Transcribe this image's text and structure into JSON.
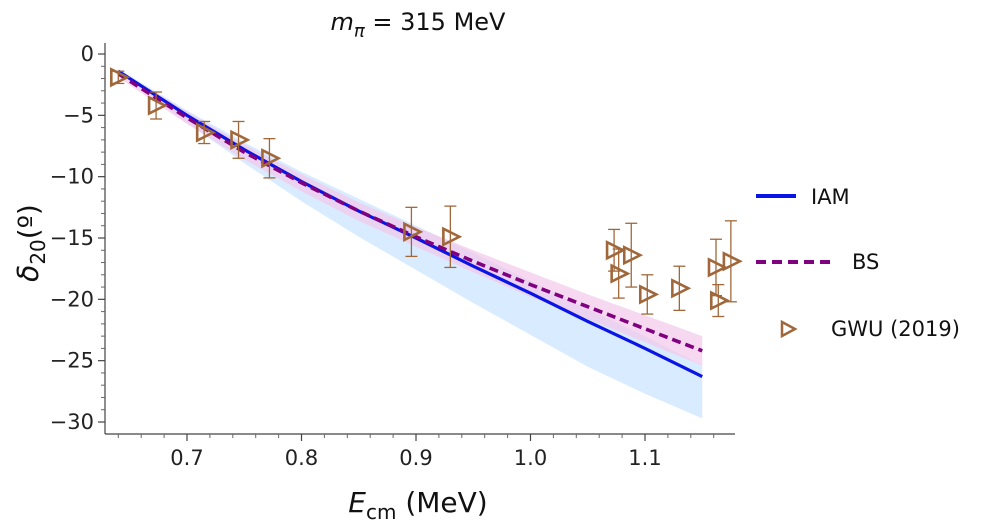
{
  "chart_data": {
    "type": "line",
    "title": {
      "symbol": "m",
      "sub": "π",
      "rest": " = 315 MeV"
    },
    "xlabel": {
      "symbol": "E",
      "sub": "cm",
      "rest": " (MeV)"
    },
    "ylabel": {
      "symbol": "δ",
      "sub": "20",
      "rest": "(º)"
    },
    "xlim": [
      0.62,
      1.18
    ],
    "ylim": [
      -31,
      1
    ],
    "x_ticks": [
      0.7,
      0.8,
      0.9,
      1.0,
      1.1
    ],
    "x_tick_labels": [
      "0.7",
      "0.8",
      "0.9",
      "1.0",
      "1.1"
    ],
    "y_ticks": [
      0,
      -5,
      -10,
      -15,
      -20,
      -25,
      -30
    ],
    "y_tick_labels": [
      "0",
      "−5",
      "−10",
      "−15",
      "−20",
      "−25",
      "−30"
    ],
    "grid": false,
    "legend_position": "right",
    "series": [
      {
        "name": "IAM",
        "style": "solid",
        "color": "#0a14e6",
        "band_color": "#cce6ff",
        "x": [
          0.64,
          0.7,
          0.75,
          0.8,
          0.85,
          0.9,
          0.95,
          1.0,
          1.05,
          1.1,
          1.15
        ],
        "y": [
          -1.4,
          -5.0,
          -7.8,
          -10.4,
          -12.8,
          -15.0,
          -17.3,
          -19.5,
          -21.8,
          -24.0,
          -26.3
        ],
        "band_low": [
          -1.5,
          -5.6,
          -8.9,
          -12.0,
          -14.9,
          -17.6,
          -20.3,
          -22.9,
          -25.5,
          -27.7,
          -29.7
        ],
        "band_high": [
          -1.2,
          -4.6,
          -7.2,
          -9.6,
          -11.8,
          -14.0,
          -16.2,
          -18.5,
          -20.8,
          -23.0,
          -25.4
        ]
      },
      {
        "name": "BS",
        "style": "dashed",
        "color": "#800080",
        "band_color": "#f2c8ea",
        "x": [
          0.64,
          0.7,
          0.75,
          0.8,
          0.85,
          0.9,
          0.95,
          1.0,
          1.05,
          1.1,
          1.15
        ],
        "y": [
          -1.6,
          -5.2,
          -8.0,
          -10.5,
          -12.8,
          -14.9,
          -16.9,
          -18.8,
          -20.6,
          -22.4,
          -24.2
        ],
        "band_low": [
          -1.9,
          -5.7,
          -8.6,
          -11.2,
          -13.6,
          -15.7,
          -17.8,
          -19.8,
          -21.6,
          -23.5,
          -25.4
        ],
        "band_high": [
          -1.3,
          -4.7,
          -7.4,
          -9.8,
          -12.1,
          -14.1,
          -16.0,
          -17.8,
          -19.6,
          -21.3,
          -23.0
        ]
      },
      {
        "name": "GWU (2019)",
        "style": "markers",
        "color": "#a0683a",
        "points": [
          {
            "x": 0.64,
            "y": -1.9,
            "err": 0.5
          },
          {
            "x": 0.673,
            "y": -4.2,
            "err": 1.1
          },
          {
            "x": 0.715,
            "y": -6.4,
            "err": 0.9
          },
          {
            "x": 0.745,
            "y": -7.0,
            "err": 1.5
          },
          {
            "x": 0.772,
            "y": -8.5,
            "err": 1.6
          },
          {
            "x": 0.896,
            "y": -14.5,
            "err": 2.0
          },
          {
            "x": 0.93,
            "y": -14.9,
            "err": 2.5
          },
          {
            "x": 1.073,
            "y": -16.0,
            "err": 1.7
          },
          {
            "x": 1.077,
            "y": -17.9,
            "err": 2.0
          },
          {
            "x": 1.088,
            "y": -16.4,
            "err": 2.6
          },
          {
            "x": 1.102,
            "y": -19.6,
            "err": 1.6
          },
          {
            "x": 1.13,
            "y": -19.1,
            "err": 1.8
          },
          {
            "x": 1.162,
            "y": -17.4,
            "err": 2.3
          },
          {
            "x": 1.164,
            "y": -20.1,
            "err": 1.3
          },
          {
            "x": 1.175,
            "y": -16.9,
            "err": 3.3
          }
        ]
      }
    ]
  }
}
